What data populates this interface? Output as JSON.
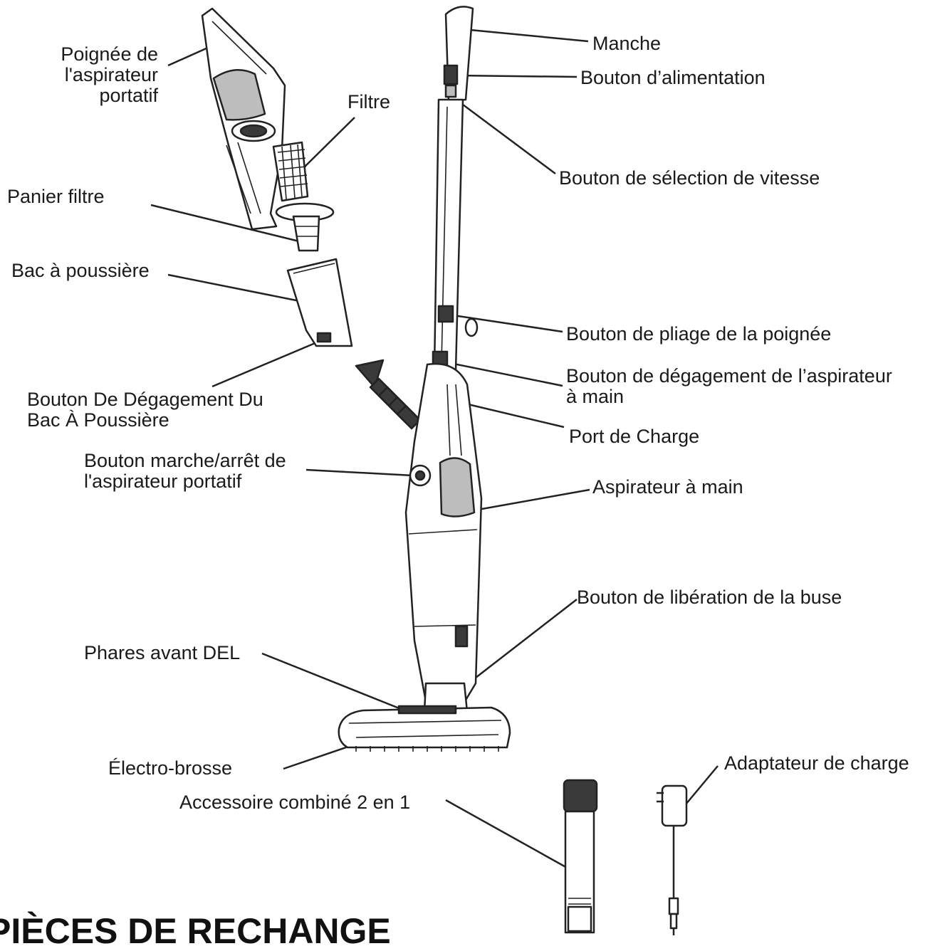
{
  "labels": {
    "handheld_handle": [
      "Poignée de",
      "l'aspirateur",
      "portatif"
    ],
    "filter": "Filtre",
    "filter_basket": "Panier filtre",
    "dust_bin": "Bac à poussière",
    "dust_bin_release": [
      "Bouton De Dégagement Du",
      "Bac À Poussière"
    ],
    "handheld_power": [
      "Bouton marche/arrêt de",
      "l'aspirateur portatif"
    ],
    "led_headlights": "Phares avant DEL",
    "power_brush": "Électro-brosse",
    "combo_tool": "Accessoire combiné 2 en 1",
    "handle": "Manche",
    "power_button": "Bouton d’alimentation",
    "speed_button": "Bouton de sélection de vitesse",
    "fold_button": "Bouton de pliage de la poignée",
    "handheld_release": [
      "Bouton de dégagement de l’aspirateur",
      "à main"
    ],
    "charge_port": "Port de Charge",
    "handheld_vacuum": "Aspirateur à main",
    "nozzle_release": "Bouton de libération de la buse",
    "charge_adapter": "Adaptateur de charge"
  },
  "heading": "PIÈCES DE RECHANGE",
  "colors": {
    "ink": "#222222",
    "background": "#ffffff"
  }
}
